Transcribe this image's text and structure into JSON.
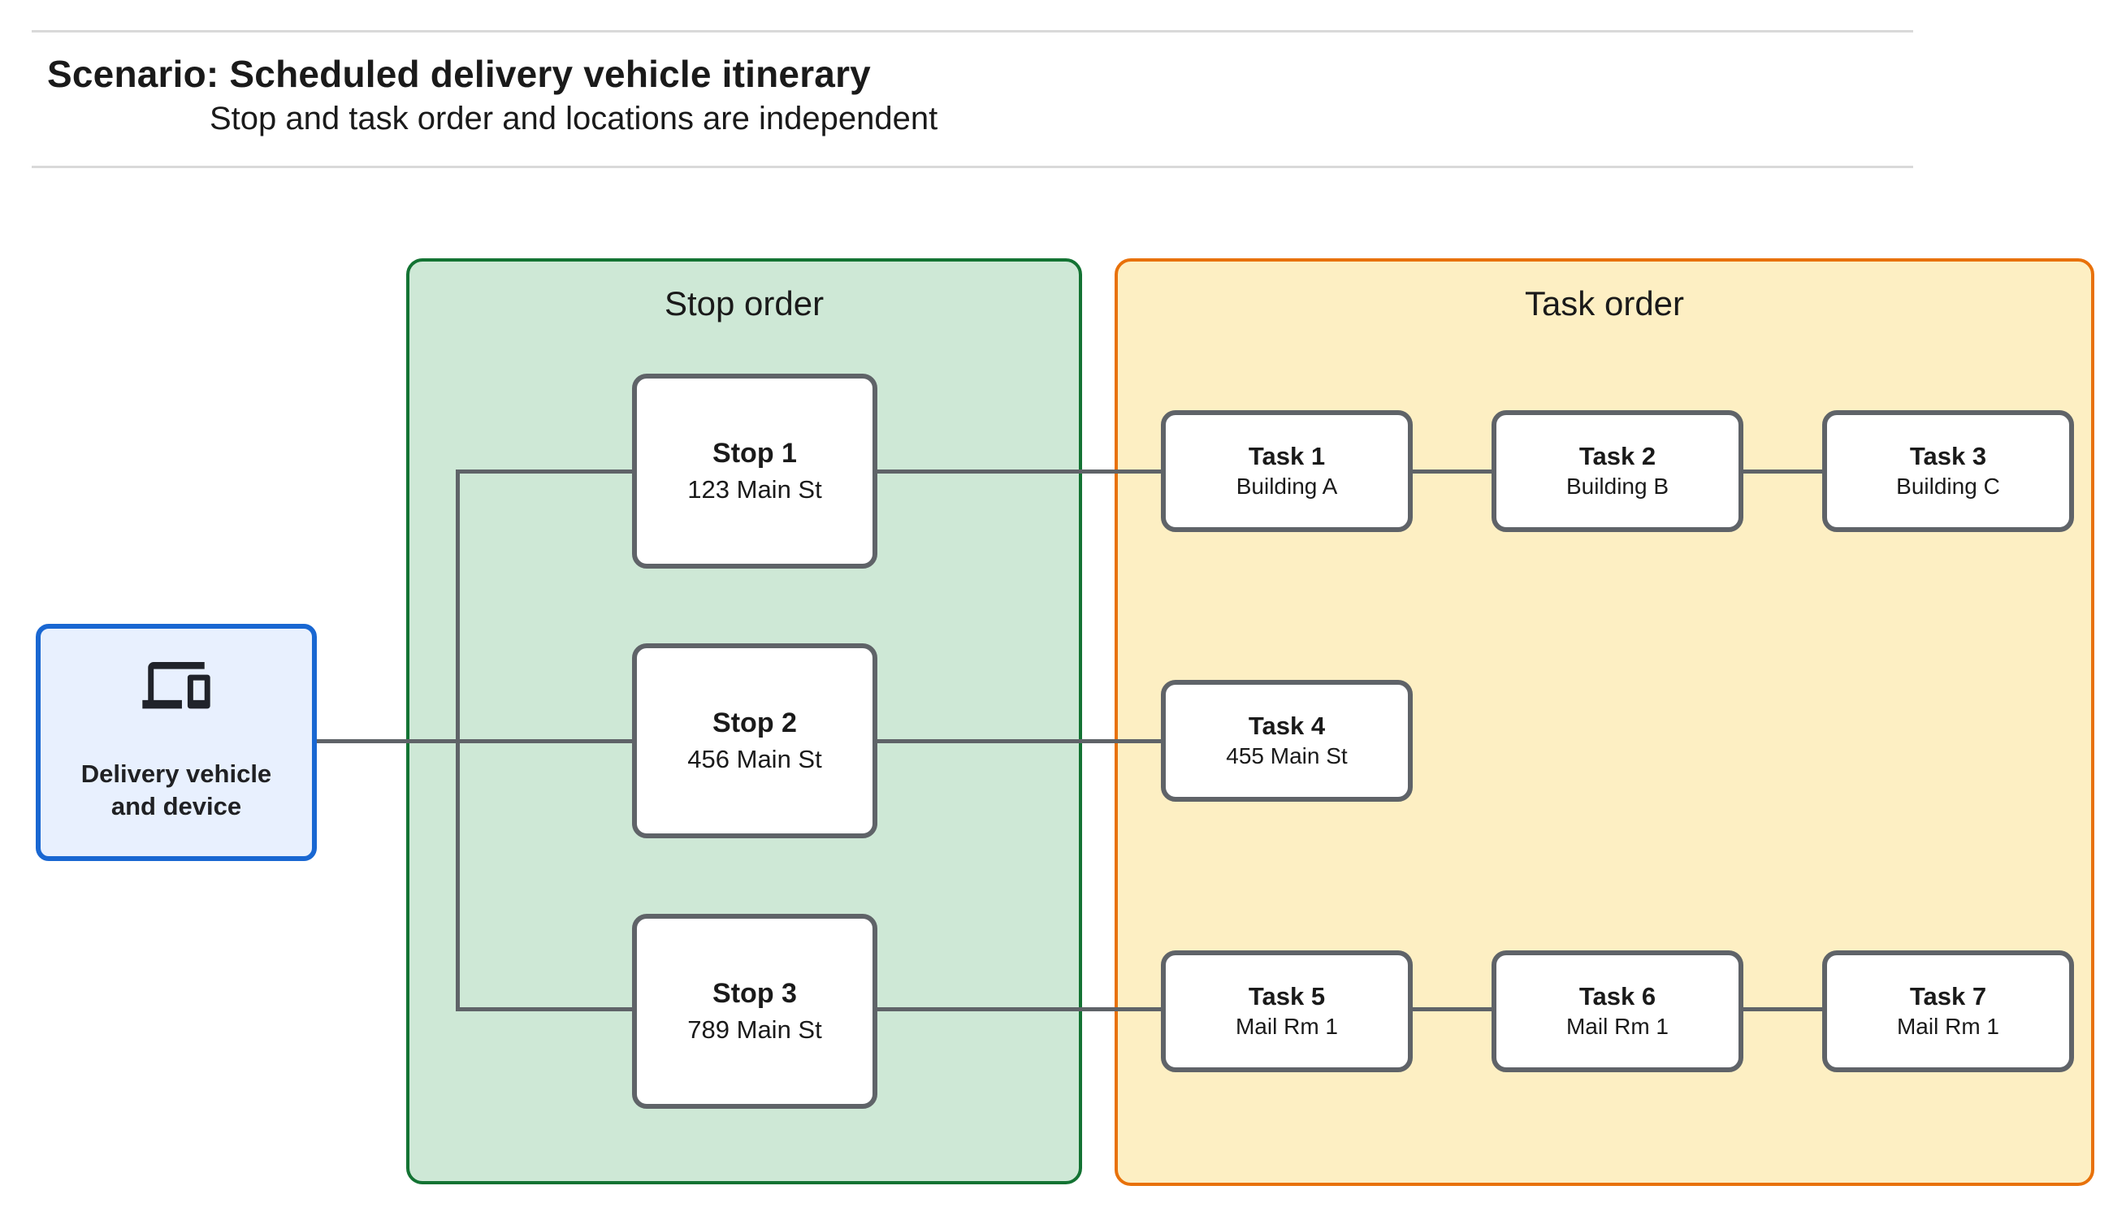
{
  "header": {
    "title": "Scenario: Scheduled delivery vehicle itinerary",
    "subtitle": "Stop and task order and locations are independent"
  },
  "source_node": {
    "label": "Delivery vehicle and device",
    "icon": "devices-icon"
  },
  "panels": {
    "stop_order": {
      "title": "Stop order"
    },
    "task_order": {
      "title": "Task order"
    }
  },
  "stops": [
    {
      "label": "Stop 1",
      "location": "123 Main St"
    },
    {
      "label": "Stop 2",
      "location": "456 Main St"
    },
    {
      "label": "Stop 3",
      "location": "789 Main St"
    }
  ],
  "tasks": [
    {
      "label": "Task 1",
      "location": "Building A"
    },
    {
      "label": "Task 2",
      "location": "Building B"
    },
    {
      "label": "Task 3",
      "location": "Building C"
    },
    {
      "label": "Task 4",
      "location": "455 Main St"
    },
    {
      "label": "Task 5",
      "location": "Mail Rm 1"
    },
    {
      "label": "Task 6",
      "location": "Mail Rm 1"
    },
    {
      "label": "Task 7",
      "location": "Mail Rm 1"
    }
  ],
  "colors": {
    "source_fill": "#E8F0FE",
    "source_border": "#1967D2",
    "stop_panel_fill": "#CEE8D6",
    "stop_panel_border": "#137333",
    "task_panel_fill": "#FDEFC3",
    "task_panel_border": "#E8710A",
    "node_border": "#5F6368",
    "connector": "#5F6368",
    "divider": "#D9D9D9",
    "text": "#202124"
  }
}
